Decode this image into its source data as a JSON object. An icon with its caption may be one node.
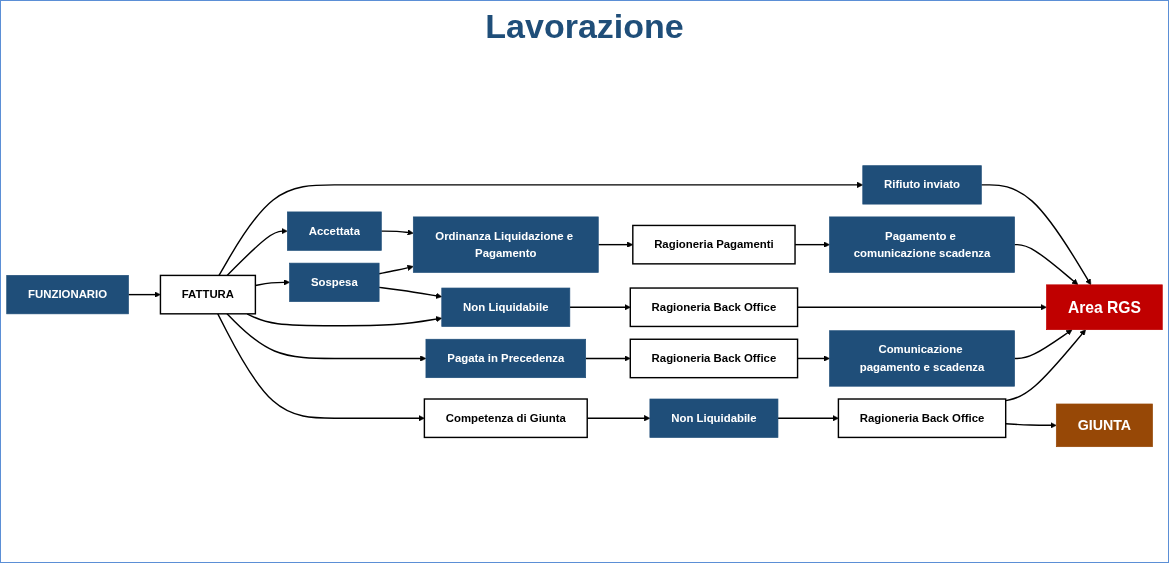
{
  "diagram": {
    "title": "Lavorazione",
    "nodes": [
      {
        "text": [
          "FUNZIONARIO"
        ]
      },
      {
        "text": [
          "FATTURA"
        ]
      },
      {
        "text": [
          "Rifiuto inviato"
        ]
      },
      {
        "text": [
          "Accettata"
        ]
      },
      {
        "text": [
          "Sospesa"
        ]
      },
      {
        "text": [
          "Ordinanza Liquidazione e Pagamento"
        ]
      },
      {
        "text": [
          "Ragioneria Pagamenti"
        ]
      },
      {
        "text": [
          "Pagamento e comunicazione scadenza"
        ]
      },
      {
        "text": [
          "Non Liquidabile"
        ]
      },
      {
        "text": [
          "Ragioneria Back Office"
        ]
      },
      {
        "text": [
          "Pagata in Precedenza"
        ]
      },
      {
        "text": [
          "Ragioneria Back Office"
        ]
      },
      {
        "text": [
          "Comunicazione pagamento e scadenza"
        ]
      },
      {
        "text": [
          "Competenza di Giunta"
        ]
      },
      {
        "text": [
          "Non Liquidabile"
        ]
      },
      {
        "text": [
          "Ragioneria Back Office"
        ]
      },
      {
        "text": [
          "Area RGS"
        ]
      },
      {
        "text": [
          "GIUNTA"
        ]
      }
    ],
    "edges": [
      {
        "from": 0,
        "to": 1,
        "arrow": "to"
      },
      {
        "from": 1,
        "to": 2,
        "arrow": "to"
      },
      {
        "from": 1,
        "to": 3,
        "arrow": "to"
      },
      {
        "from": 1,
        "to": 4,
        "arrow": "to"
      },
      {
        "from": 1,
        "to": 8,
        "arrow": "to"
      },
      {
        "from": 1,
        "to": 10,
        "arrow": "to"
      },
      {
        "from": 1,
        "to": 13,
        "arrow": "to"
      },
      {
        "from": 2,
        "to": 16,
        "arrow": "to"
      },
      {
        "from": 3,
        "to": 5,
        "arrow": "to"
      },
      {
        "from": 4,
        "to": 5,
        "arrow": "to"
      },
      {
        "from": 4,
        "to": 8,
        "arrow": "to"
      },
      {
        "from": 5,
        "to": 6,
        "arrow": "to"
      },
      {
        "from": 6,
        "to": 7,
        "arrow": "to"
      },
      {
        "from": 7,
        "to": 16,
        "arrow": "to"
      },
      {
        "from": 8,
        "to": 9,
        "arrow": "to"
      },
      {
        "from": 9,
        "to": 16,
        "arrow": "to"
      },
      {
        "from": 10,
        "to": 11,
        "arrow": "to"
      },
      {
        "from": 11,
        "to": 12,
        "arrow": "to"
      },
      {
        "from": 12,
        "to": 16,
        "arrow": "to"
      },
      {
        "from": 13,
        "to": 14,
        "arrow": "to"
      },
      {
        "from": 14,
        "to": 15,
        "arrow": "to"
      },
      {
        "from": 15,
        "to": 16,
        "arrow": "to"
      },
      {
        "from": 15,
        "to": 17,
        "arrow": "to"
      }
    ]
  }
}
